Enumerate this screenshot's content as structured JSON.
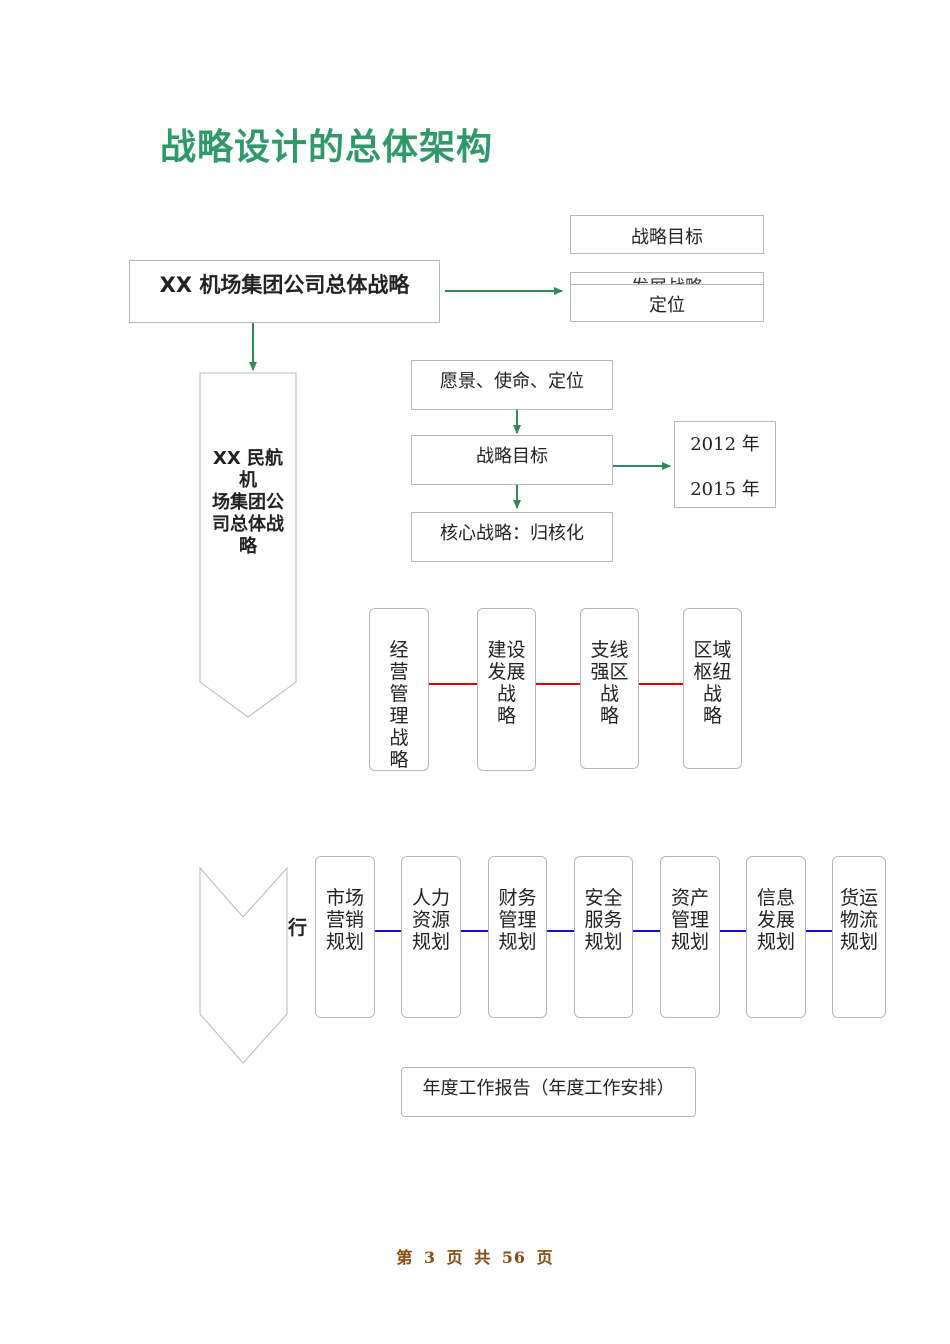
{
  "page_title": "战略设计的总体架构",
  "top_goals": {
    "goal_label": "战略目标",
    "hidden_label": "发展战略",
    "position_label": "定位"
  },
  "main_box": "XX 机场集团公司总体战略",
  "side_arrow_label": "XX 民航\n机\n场集团公\n司总体战\n略",
  "vision_box": "愿景、使命、定位",
  "goal_box": "战略目标",
  "core_box": "核心战略：归核化",
  "years": [
    "2012 年",
    "2015 年"
  ],
  "strategies": [
    {
      "label": "经\n营\n管\n理\n战\n略"
    },
    {
      "label": "建设\n发展\n战\n略"
    },
    {
      "label": "支线\n强区\n战\n略"
    },
    {
      "label": "区域\n枢纽\n战\n略"
    }
  ],
  "exec_label": "行",
  "plans": [
    {
      "label": "市场\n营销\n规划"
    },
    {
      "label": "人力\n资源\n规划"
    },
    {
      "label": "财务\n管理\n规划"
    },
    {
      "label": "安全\n服务\n规划"
    },
    {
      "label": "资产\n管理\n规划"
    },
    {
      "label": "信息\n发展\n规划"
    },
    {
      "label": "货运\n物流\n规划"
    }
  ],
  "annual_box": "年度工作报告（年度工作安排）",
  "footer": "第 3 页 共 56 页",
  "colors": {
    "title_green": "#2e9a6a",
    "arrow_green": "#2e8b57",
    "red_line": "#e00000",
    "blue_line": "#1010c8",
    "footer_brown": "#8a4a12"
  }
}
